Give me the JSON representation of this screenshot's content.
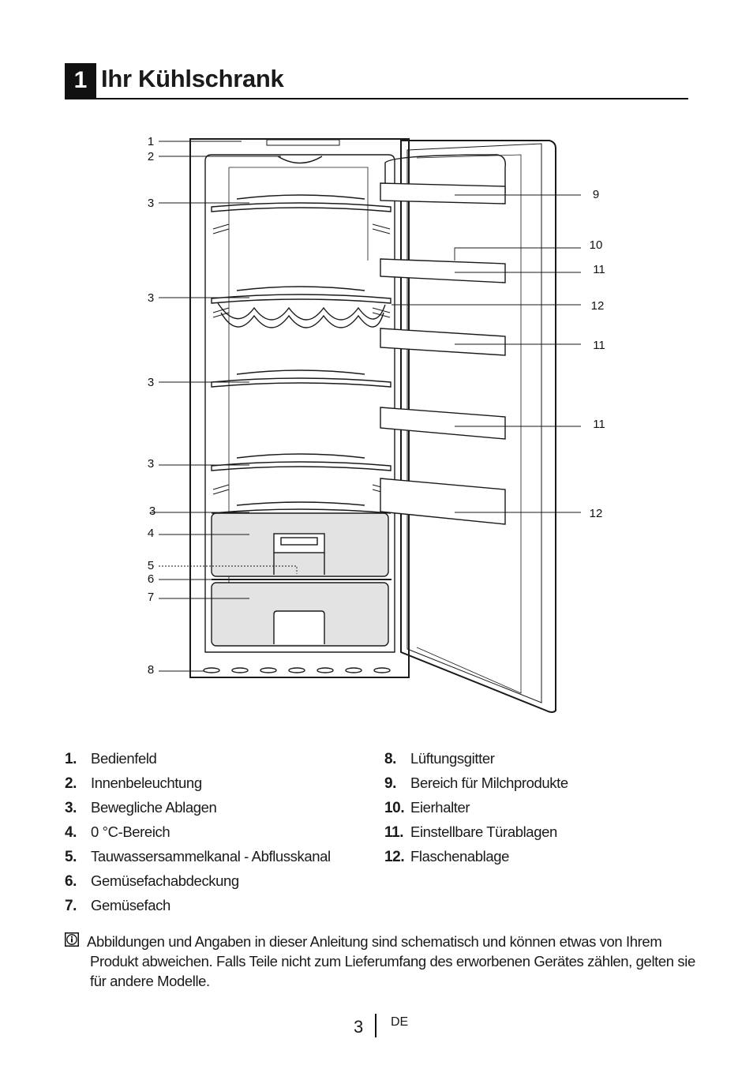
{
  "header": {
    "number": "1",
    "title": "Ihr Kühlschrank"
  },
  "callouts": {
    "left": [
      "1",
      "2",
      "3",
      "3",
      "3",
      "3",
      "3",
      "4",
      "5",
      "6",
      "7",
      "8"
    ],
    "right": [
      "9",
      "10",
      "11",
      "12",
      "11",
      "11",
      "12"
    ]
  },
  "legend": {
    "left": [
      {
        "num": "1.",
        "label": "Bedienfeld"
      },
      {
        "num": "2.",
        "label": "Innenbeleuchtung"
      },
      {
        "num": "3.",
        "label": "Bewegliche Ablagen"
      },
      {
        "num": "4.",
        "label": "0 °C-Bereich"
      },
      {
        "num": "5.",
        "label": "Tauwassersammelkanal - Abflusskanal"
      },
      {
        "num": "6.",
        "label": "Gemüsefachabdeckung"
      },
      {
        "num": "7.",
        "label": "Gemüsefach"
      }
    ],
    "right": [
      {
        "num": "8.",
        "label": "Lüftungsgitter"
      },
      {
        "num": "9.",
        "label": "Bereich für Milchprodukte"
      },
      {
        "num": "10.",
        "label": "Eierhalter"
      },
      {
        "num": "11.",
        "label": "Einstellbare Türablagen"
      },
      {
        "num": "12.",
        "label": "Flaschenablage"
      }
    ]
  },
  "note": {
    "icon": "info-icon",
    "line1": "Abbildungen und Angaben in dieser Anleitung sind schematisch und können etwas von Ihrem",
    "rest": "Produkt abweichen. Falls Teile nicht zum Lieferumfang des erworbenen Gerätes zählen, gelten sie für andere Modelle."
  },
  "footer": {
    "page": "3",
    "lang": "DE"
  }
}
